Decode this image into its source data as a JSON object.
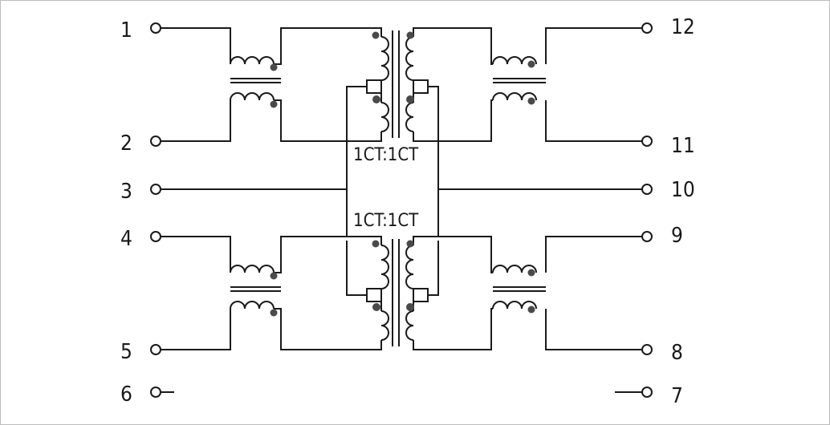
{
  "colors": {
    "line": "#1a1a1a",
    "dot": "#4a4a4a",
    "frame": "#bdbdbd",
    "background": "#ffffff"
  },
  "pins": {
    "p1": "1",
    "p2": "2",
    "p3": "3",
    "p4": "4",
    "p5": "5",
    "p6": "6",
    "p7": "7",
    "p8": "8",
    "p9": "9",
    "p10": "10",
    "p11": "11",
    "p12": "12"
  },
  "transformers": {
    "upper_ratio": "1CT:1CT",
    "lower_ratio": "1CT:1CT"
  }
}
